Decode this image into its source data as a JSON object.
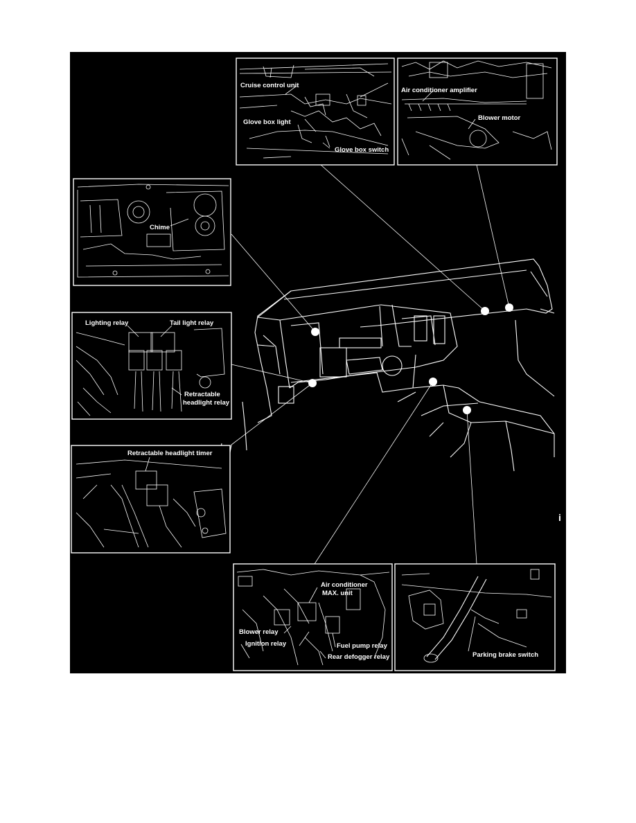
{
  "colors": {
    "background": "#000000",
    "ink": "#ffffff",
    "page": "#ffffff"
  },
  "panels": {
    "cruise": {
      "labels": [
        "Cruise control unit",
        "Glove box light",
        "Glove box switch"
      ]
    },
    "aircon": {
      "labels": [
        "Air conditioner amplifier",
        "Blower motor"
      ]
    },
    "chime": {
      "labels": [
        "Chime"
      ]
    },
    "relays": {
      "labels": [
        "Lighting relay",
        "Tail light relay",
        "Retractable",
        "headlight relay"
      ]
    },
    "timer": {
      "labels": [
        "Retractable headlight timer"
      ]
    },
    "maxunit": {
      "labels": [
        "Air conditioner",
        "MAX. unit",
        "Blower relay",
        "Ignition relay",
        "Fuel pump relay",
        "Rear defogger relay"
      ]
    },
    "parking": {
      "labels": [
        "Parking brake switch"
      ]
    }
  },
  "margin_mark": "i"
}
